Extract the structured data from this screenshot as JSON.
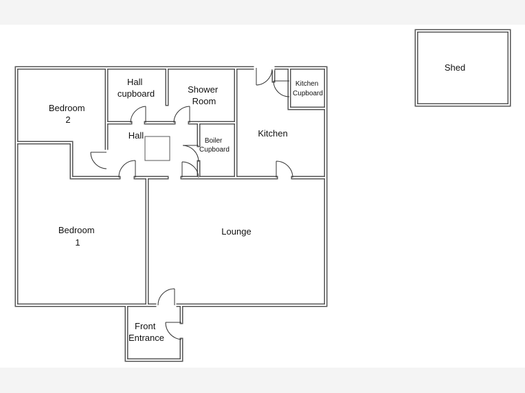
{
  "colors": {
    "wall_outer": "#555555",
    "wall_inner": "#ffffff",
    "paper": "#ffffff",
    "background": "#f4f4f4",
    "text": "#111111"
  },
  "rooms": {
    "bedroom_2": [
      "Bedroom",
      "2"
    ],
    "hall_cupboard": [
      "Hall",
      "cupboard"
    ],
    "shower_room": [
      "Shower",
      "Room"
    ],
    "kitchen_cupboard": [
      "Kitchen",
      "Cupboard"
    ],
    "kitchen": [
      "Kitchen"
    ],
    "hall": [
      "Hall"
    ],
    "boiler_cupboard": [
      "Boiler",
      "Cupboard"
    ],
    "bedroom_1": [
      "Bedroom",
      "1"
    ],
    "lounge": [
      "Lounge"
    ],
    "front_entrance": [
      "Front",
      "Entrance"
    ],
    "shed": [
      "Shed"
    ]
  }
}
